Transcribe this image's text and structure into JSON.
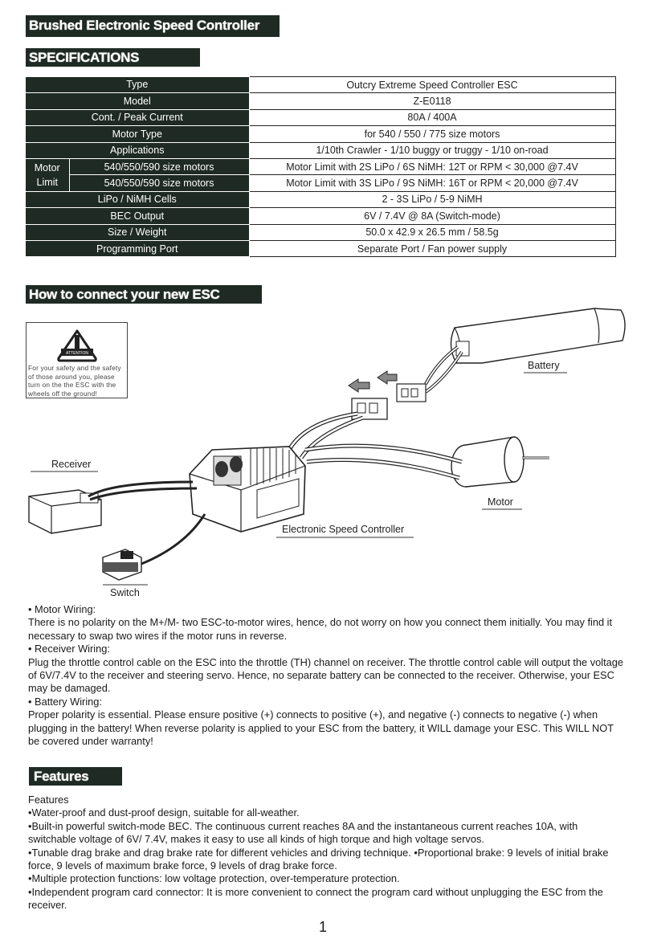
{
  "headers": {
    "title": "Brushed Electronic Speed Controller",
    "specifications": "SPECIFICATIONS",
    "connect": "How to connect your new ESC",
    "features": "Features"
  },
  "specs": [
    {
      "key": "Type",
      "value": "Outcry Extreme Speed Controller ESC"
    },
    {
      "key": "Model",
      "value": "Z-E0118"
    },
    {
      "key": "Cont. / Peak Current",
      "value": "80A / 400A"
    },
    {
      "key": "Motor Type",
      "value": "for 540 / 550 / 775 size motors"
    },
    {
      "key": "Applications",
      "value": "1/10th Crawler - 1/10 buggy or truggy - 1/10 on-road"
    },
    {
      "group": "Motor Limit",
      "key": "540/550/590 size motors",
      "value": "Motor Limit with 2S LiPo / 6S NiMH: 12T or RPM < 30,000 @7.4V"
    },
    {
      "key": "540/550/590 size motors",
      "value": "Motor Limit with 3S LiPo / 9S NiMH: 16T or RPM < 20,000 @7.4V"
    },
    {
      "key": "LiPo / NiMH Cells",
      "value": "2 - 3S LiPo / 5-9 NiMH"
    },
    {
      "key": "BEC Output",
      "value": "6V / 7.4V @ 8A (Switch-mode)"
    },
    {
      "key": "Size / Weight",
      "value": "50.0 x 42.9 x 26.5 mm / 58.5g"
    },
    {
      "key": "Programming Port",
      "value": "Separate Port / Fan power supply"
    }
  ],
  "spec_group_line1": "Motor",
  "spec_group_line2": "Limit",
  "diagram": {
    "warning_icon_text": "ATTENTION",
    "warning_text": "For your safety and the safety of those around you, please turn on the  the ESC with the wheels off the ground!",
    "battery": "Battery",
    "receiver": "Receiver",
    "motor": "Motor",
    "esc": "Electronic Speed Controller",
    "switch": "Switch"
  },
  "wiring": [
    "• Motor Wiring:",
    "There is no polarity on the M+/M- two ESC-to-motor wires, hence, do not worry on how you connect them initially. You may find it necessary to swap two wires if the motor runs in reverse.",
    "• Receiver Wiring:",
    "Plug the throttle control cable on the ESC into the throttle (TH) channel on receiver. The throttle control cable will output the voltage of 6V/7.4V to the receiver and steering servo. Hence, no separate battery can be connected to the receiver. Otherwise, your ESC may be damaged.",
    "• Battery Wiring:",
    "Proper polarity is essential. Please ensure positive (+) connects to positive (+), and negative (-) connects to negative (-) when plugging in the battery! When reverse polarity is applied to your ESC from the battery, it WILL damage your ESC. This WILL NOT be covered under warranty!"
  ],
  "features": [
    "Features",
    "•Water-proof and dust-proof design, suitable for all-weather.",
    "•Built-in powerful switch-mode BEC. The continuous current reaches 8A and the instantaneous current reaches 10A, with switchable voltage of 6V/ 7.4V, makes it easy to use all kinds of high torque and high voltage servos.",
    "•Tunable drag brake and drag brake rate for different vehicles and driving technique. •Proportional brake: 9 levels of initial brake force, 9 levels of maximum brake force, 9 levels of drag brake force.",
    "•Multiple protection functions: low voltage protection, over-temperature protection.",
    "•Independent program card connector: It is more convenient to connect the program card without unplugging the ESC from the receiver."
  ],
  "page_number": "1"
}
